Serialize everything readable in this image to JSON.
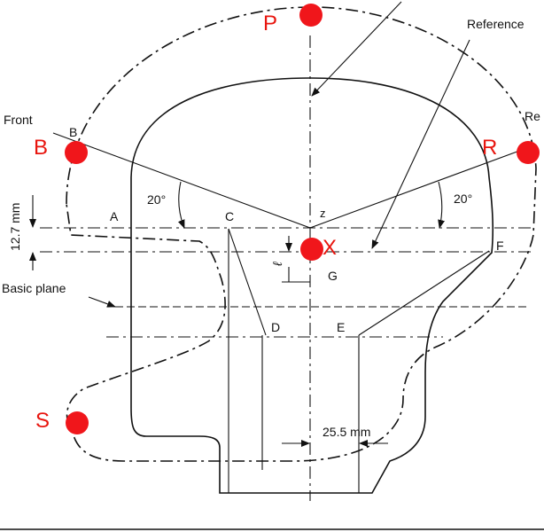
{
  "labels": {
    "reference": "Reference",
    "re": "Re",
    "front": "Front",
    "b_small": "B",
    "a": "A",
    "c": "C",
    "z": "z",
    "f": "F",
    "g": "G",
    "d": "D",
    "e": "E",
    "angle_left": "20°",
    "angle_right": "20°",
    "dim_12_7": "12.7 mm",
    "basic_plane": "Basic plane",
    "dim_25_5": "25.5 mm",
    "ell": "ℓ"
  },
  "points": {
    "p": "P",
    "b": "B",
    "r": "R",
    "x": "X",
    "s": "S"
  },
  "colors": {
    "ink": "#111111",
    "marker": "#f0161b",
    "marker_text": "#e8150e"
  }
}
